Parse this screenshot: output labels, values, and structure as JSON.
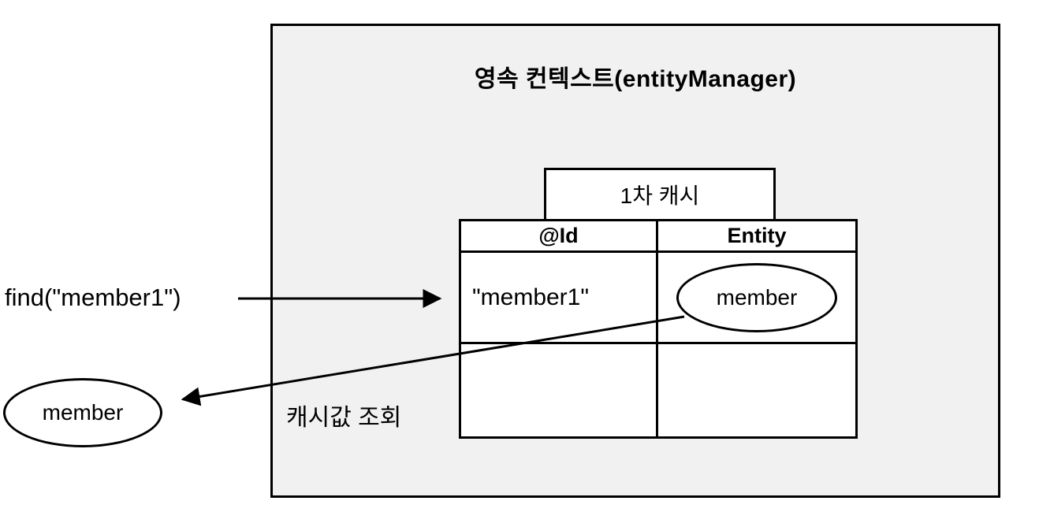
{
  "colors": {
    "box_fill": "#f1f1f1",
    "stroke": "#000000",
    "cell_fill": "#ffffff"
  },
  "diagram": {
    "title": "영속 컨텍스트(entityManager)",
    "cache_label": "1차 캐시",
    "table": {
      "headers": [
        "@Id",
        "Entity"
      ],
      "rows": [
        {
          "id": "\"member1\"",
          "entity": "member"
        },
        {
          "id": "",
          "entity": ""
        }
      ]
    },
    "find_call_label": "find(\"member1\")",
    "returned_entity_label": "member",
    "cache_lookup_label": "캐시값 조회"
  }
}
